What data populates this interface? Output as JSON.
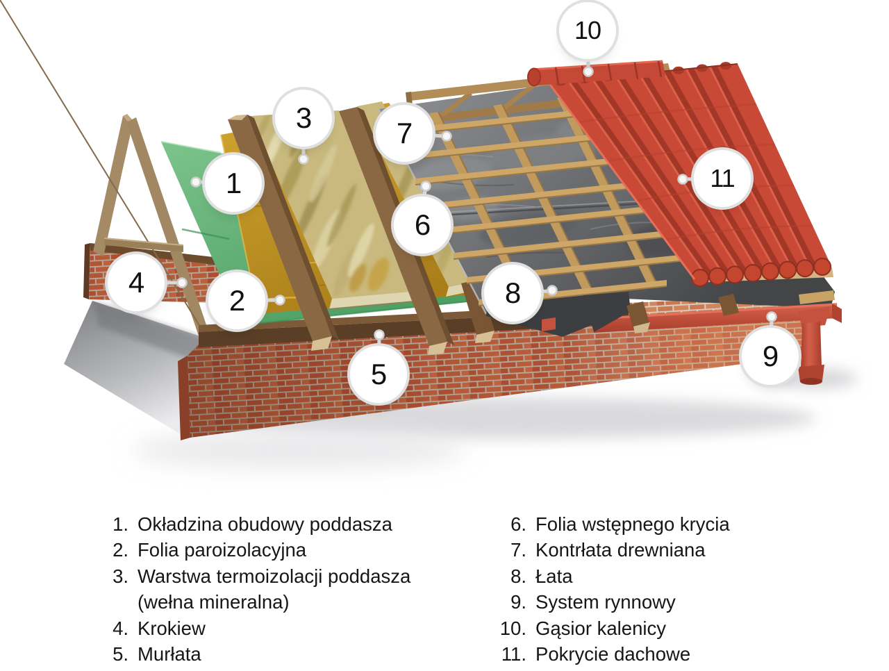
{
  "diagram": {
    "callouts": [
      {
        "number": "1",
        "label": "Okładzina obudowy poddasza"
      },
      {
        "number": "2",
        "label": "Folia paroizolacyjna"
      },
      {
        "number": "3",
        "label": "Warstwa termoizolacji poddasza (wełna mineralna)"
      },
      {
        "number": "4",
        "label": "Krokiew"
      },
      {
        "number": "5",
        "label": "Murłata"
      },
      {
        "number": "6",
        "label": "Folia wstępnego krycia"
      },
      {
        "number": "7",
        "label": "Kontrłata drewniana"
      },
      {
        "number": "8",
        "label": "Łata"
      },
      {
        "number": "9",
        "label": "System rynnowy"
      },
      {
        "number": "10",
        "label": "Gąsior kalenicy"
      },
      {
        "number": "11",
        "label": "Pokrycie dachowe"
      }
    ]
  },
  "legend": {
    "left": [
      {
        "num": "1.",
        "label": "Okładzina obudowy poddasza"
      },
      {
        "num": "2.",
        "label": "Folia paroizolacyjna"
      },
      {
        "num": "3.",
        "label": "Warstwa termoizolacji poddasza (wełna mineralna)"
      },
      {
        "num": "4.",
        "label": "Krokiew"
      },
      {
        "num": "5.",
        "label": "Murłata"
      }
    ],
    "right": [
      {
        "num": "6.",
        "label": "Folia wstępnego krycia"
      },
      {
        "num": "7.",
        "label": "Kontrłata drewniana"
      },
      {
        "num": "8.",
        "label": "Łata"
      },
      {
        "num": "9.",
        "label": "System rynnowy"
      },
      {
        "num": "10.",
        "label": "Gąsior kalenicy"
      },
      {
        "num": "11.",
        "label": "Pokrycie dachowe"
      }
    ]
  },
  "palette": {
    "roof_tile_red": "#c94937",
    "ridge_cap_red": "#c64836",
    "gutter_red": "#c5523f",
    "membrane_gray": "#6f7173",
    "mineral_wool": "#c9b97e",
    "vapour_foil_yellow": "#c79b28",
    "cladding_green": "#6abc80",
    "batten_wood": "#c9a266",
    "rafter_wood": "#7a5433",
    "brick": "#b05030",
    "brick_light": "#c97a52",
    "callout_background": "#ffffff",
    "text_color": "#161616"
  }
}
